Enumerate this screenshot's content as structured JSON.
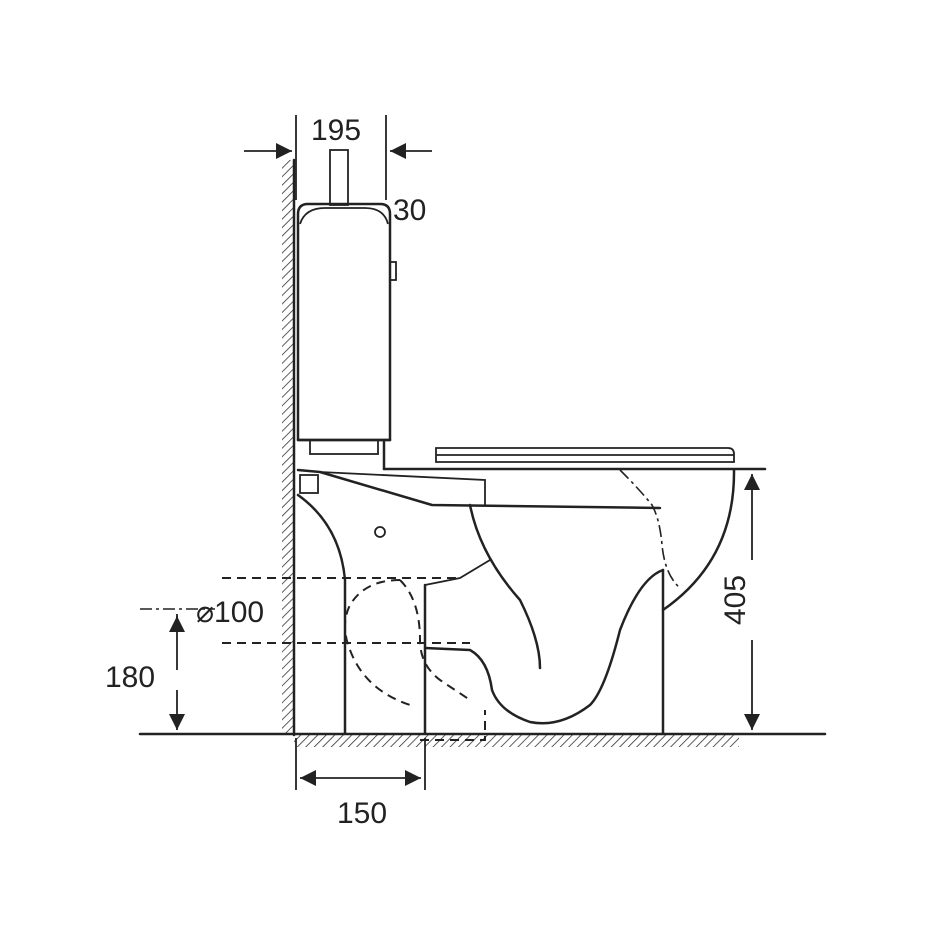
{
  "dimensions": {
    "tank_width": "195",
    "tank_top_offset": "30",
    "pipe_diameter": "⌀100",
    "pipe_height": "180",
    "wall_to_outlet": "150",
    "seat_height": "405"
  },
  "colors": {
    "line": "#222222",
    "background": "#ffffff"
  }
}
